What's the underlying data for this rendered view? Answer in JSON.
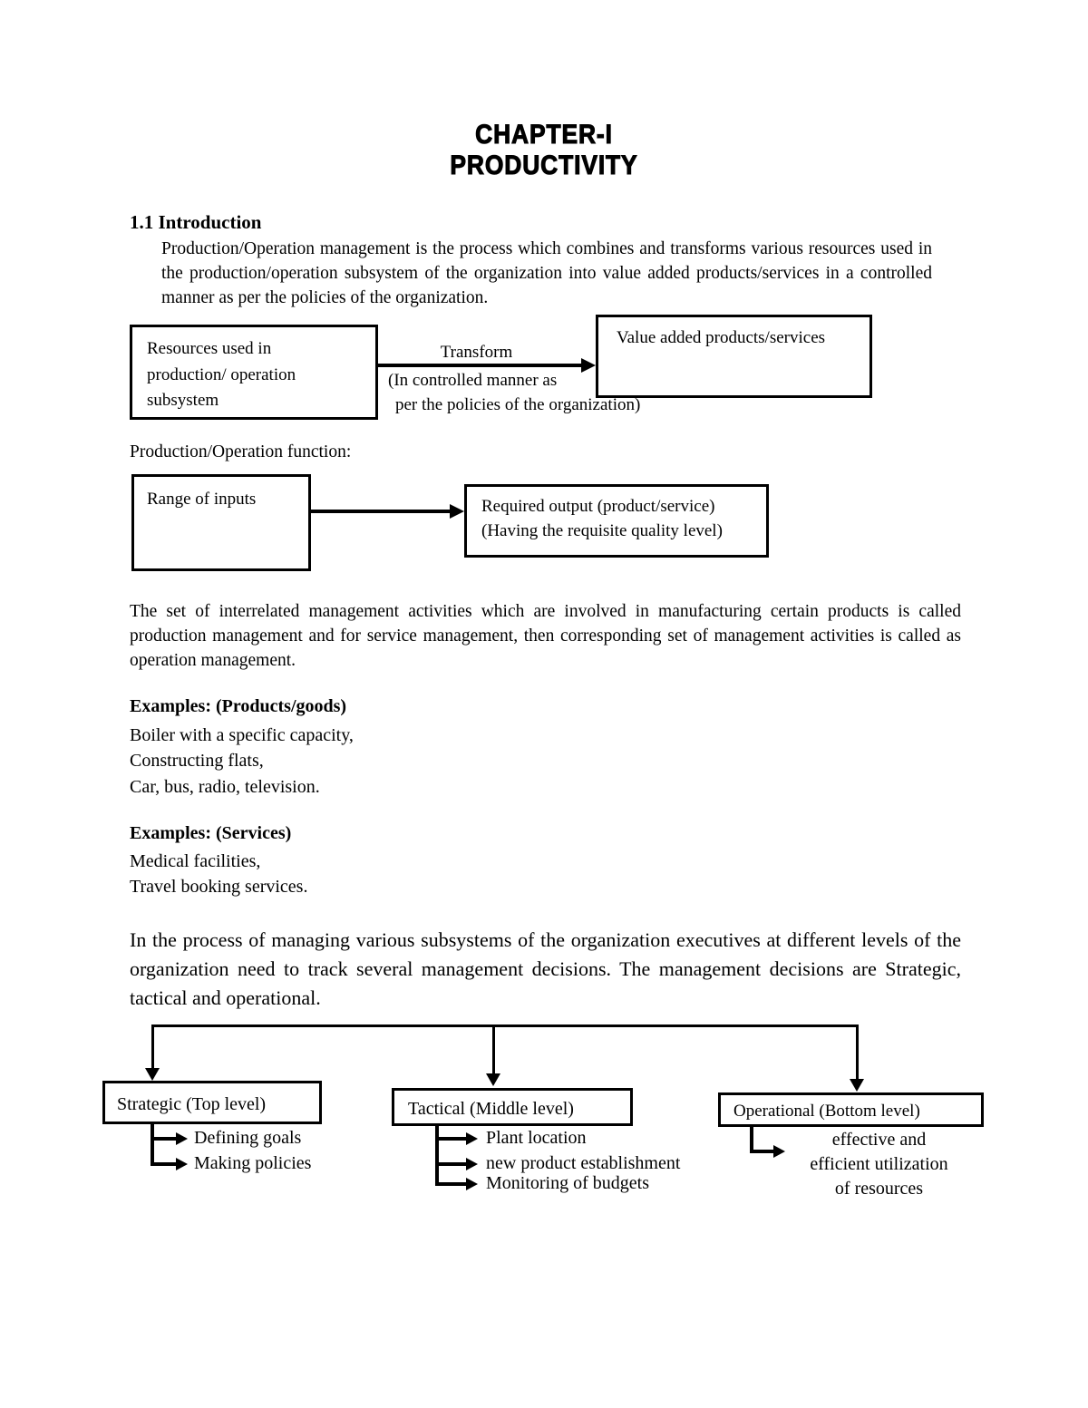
{
  "colors": {
    "ink": "#000000",
    "background": "#ffffff"
  },
  "page": {
    "title_line1": "CHAPTER-I",
    "title_line2": "PRODUCTIVITY"
  },
  "intro": {
    "heading": "1.1 Introduction",
    "paragraph": "Production/Operation management is the process which combines and transforms various resources used in the production/operation subsystem of the organization into value added products/services in a controlled manner as per the policies of the organization."
  },
  "transform_diagram": {
    "left_box": "Resources used in production/ operation subsystem",
    "arrow_label": "Transform",
    "arrow_sublabel_line1": "(In controlled manner as",
    "arrow_sublabel_line2": "per the policies of the organization)",
    "right_box": "Value added products/services"
  },
  "function_section": {
    "label": "Production/Operation function:",
    "left_box": "Range of inputs",
    "right_box_line1": "Required output (product/service)",
    "right_box_line2": "(Having the requisite quality level)"
  },
  "body": {
    "paragraph2": "The set of interrelated management activities which are involved in manufacturing certain products is called production management and for service management, then corresponding set of management activities is called as operation management.",
    "examples_products_heading": "Examples: (Products/goods)",
    "examples_products": [
      "Boiler with a specific capacity,",
      "Constructing flats,",
      "Car, bus, radio, television."
    ],
    "examples_services_heading": "Examples: (Services)",
    "examples_services": [
      "Medical facilities,",
      "Travel booking services."
    ],
    "paragraph3": "In the process of managing various subsystems of the organization executives at different levels of the organization need to track several management decisions. The management decisions are Strategic, tactical and operational."
  },
  "decision_tree": {
    "strategic": {
      "label": "Strategic (Top level)",
      "items": [
        "Defining goals",
        "Making policies"
      ]
    },
    "tactical": {
      "label": "Tactical (Middle level)",
      "items": [
        "Plant location",
        "new product establishment",
        "Monitoring of budgets"
      ]
    },
    "operational": {
      "label": "Operational (Bottom level)",
      "items": [
        "effective and",
        "efficient utilization",
        "of resources"
      ]
    }
  }
}
